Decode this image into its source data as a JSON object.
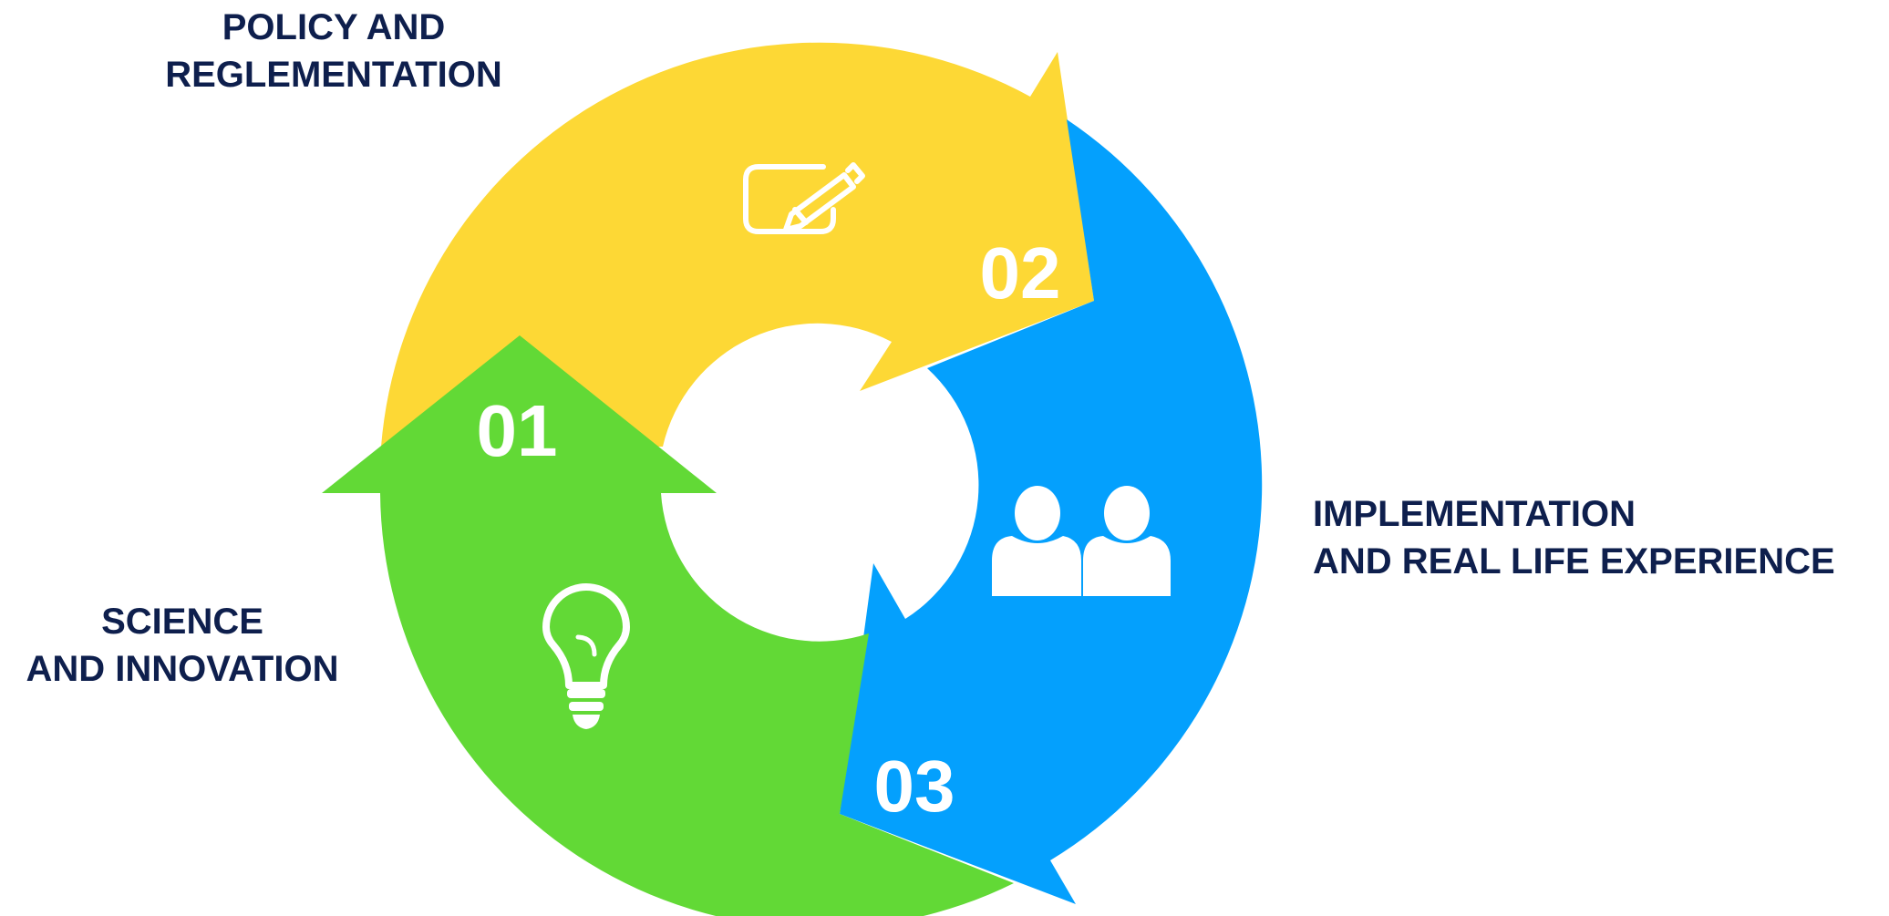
{
  "stages": [
    {
      "number": "01",
      "caption_lines": [
        "SCIENCE",
        "AND INNOVATION"
      ],
      "icon": "lightbulb-icon",
      "color": "#62d936"
    },
    {
      "number": "02",
      "caption_lines": [
        "POLICY AND",
        "REGLEMENTATION"
      ],
      "icon": "pencil-edit-icon",
      "color": "#fdd835"
    },
    {
      "number": "03",
      "caption_lines": [
        "IMPLEMENTATION",
        "AND REAL LIFE EXPERIENCE"
      ],
      "icon": "people-icon",
      "color": "#04a0fd"
    }
  ],
  "caption_color": "#0e1f4d",
  "background_color": "#ffffff"
}
